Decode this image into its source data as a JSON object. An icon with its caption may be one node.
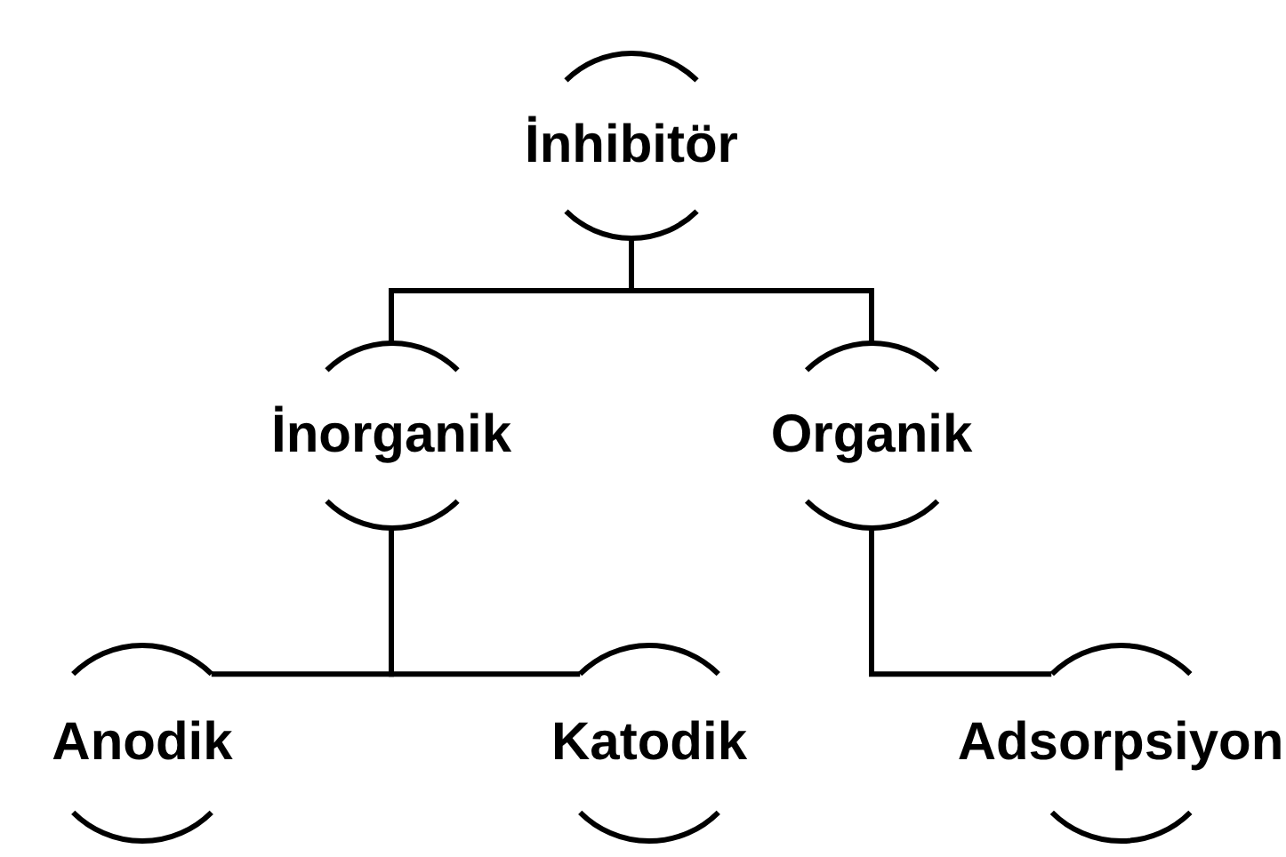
{
  "diagram": {
    "nodes": [
      {
        "text": [
          "İnhibitör"
        ]
      },
      {
        "text": [
          "İnorganik"
        ]
      },
      {
        "text": [
          "Organik"
        ]
      },
      {
        "text": [
          "Anodik"
        ]
      },
      {
        "text": [
          "Katodik"
        ]
      },
      {
        "text": [
          "Adsorpsiyon"
        ]
      }
    ],
    "edges": [
      {
        "from": 0,
        "to": 1,
        "arrow": "none"
      },
      {
        "from": 0,
        "to": 2,
        "arrow": "none"
      },
      {
        "from": 1,
        "to": 3,
        "arrow": "none"
      },
      {
        "from": 1,
        "to": 4,
        "arrow": "none"
      },
      {
        "from": 2,
        "to": 5,
        "arrow": "none"
      }
    ]
  }
}
